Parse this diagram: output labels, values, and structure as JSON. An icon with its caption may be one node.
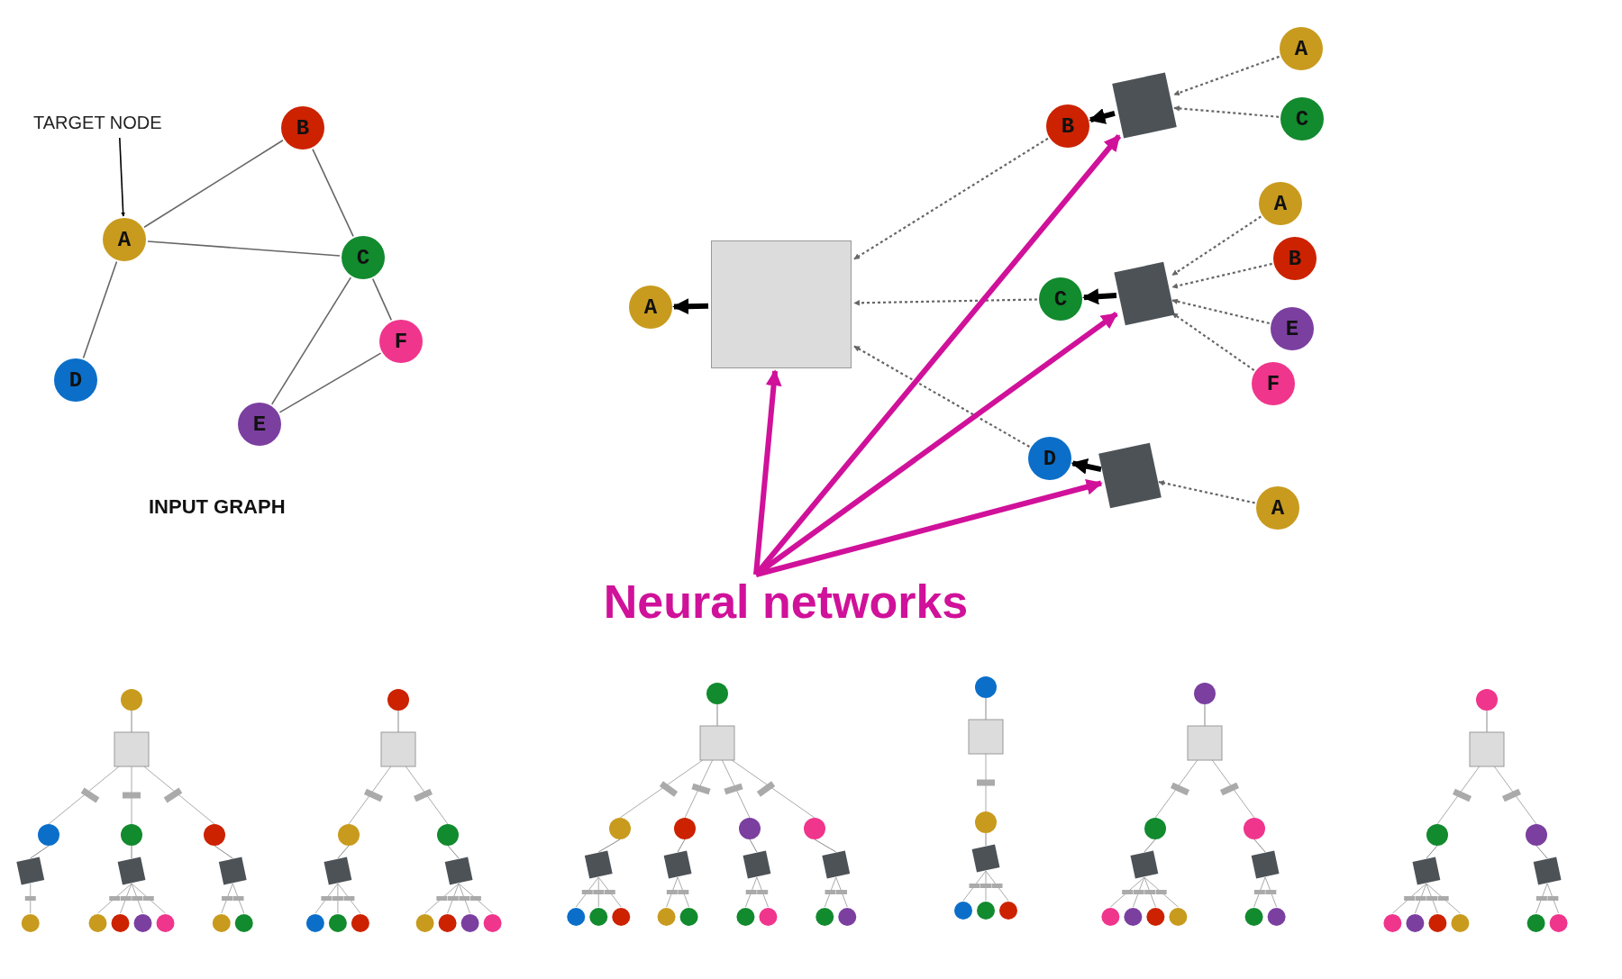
{
  "diagram": {
    "nodes": [
      {
        "text": [
          "TARGET NODE"
        ]
      },
      {
        "text": [
          "A"
        ]
      },
      {
        "text": [
          "B"
        ]
      },
      {
        "text": [
          "C"
        ]
      },
      {
        "text": [
          "D"
        ]
      },
      {
        "text": [
          "E"
        ]
      },
      {
        "text": [
          "F"
        ]
      },
      {
        "text": [
          "A"
        ]
      },
      {
        "text": [],
        "shape": "box"
      },
      {
        "text": [
          "B"
        ]
      },
      {
        "text": [
          "C"
        ]
      },
      {
        "text": [
          "D"
        ]
      },
      {
        "text": [],
        "shape": "box"
      },
      {
        "text": [],
        "shape": "box"
      },
      {
        "text": [],
        "shape": "box"
      },
      {
        "text": [
          "A"
        ]
      },
      {
        "text": [
          "C"
        ]
      },
      {
        "text": [
          "A"
        ]
      },
      {
        "text": [
          "B"
        ]
      },
      {
        "text": [
          "E"
        ]
      },
      {
        "text": [
          "F"
        ]
      },
      {
        "text": [
          "A"
        ]
      },
      {
        "text": [
          "Neural networks"
        ]
      }
    ],
    "edges": [
      {
        "from": 0,
        "to": 1,
        "arrow": "to",
        "color": "#000000"
      },
      {
        "from": 1,
        "to": 2,
        "arrow": "none"
      },
      {
        "from": 1,
        "to": 3,
        "arrow": "none"
      },
      {
        "from": 1,
        "to": 4,
        "arrow": "none"
      },
      {
        "from": 2,
        "to": 3,
        "arrow": "none"
      },
      {
        "from": 3,
        "to": 6,
        "arrow": "none"
      },
      {
        "from": 3,
        "to": 5,
        "arrow": "none"
      },
      {
        "from": 5,
        "to": 6,
        "arrow": "none"
      },
      {
        "from": 8,
        "to": 7,
        "arrow": "to",
        "style": "thick",
        "color": "#000000"
      },
      {
        "from": 9,
        "to": 8,
        "arrow": "to",
        "style": "dashed"
      },
      {
        "from": 10,
        "to": 8,
        "arrow": "to",
        "style": "dashed"
      },
      {
        "from": 11,
        "to": 8,
        "arrow": "to",
        "style": "dashed"
      },
      {
        "from": 12,
        "to": 9,
        "arrow": "to",
        "style": "thick",
        "color": "#000000"
      },
      {
        "from": 13,
        "to": 10,
        "arrow": "to",
        "style": "thick",
        "color": "#000000"
      },
      {
        "from": 14,
        "to": 11,
        "arrow": "to",
        "style": "thick",
        "color": "#000000"
      },
      {
        "from": 15,
        "to": 12,
        "arrow": "to",
        "style": "dashed"
      },
      {
        "from": 16,
        "to": 12,
        "arrow": "to",
        "style": "dashed"
      },
      {
        "from": 17,
        "to": 13,
        "arrow": "to",
        "style": "dashed"
      },
      {
        "from": 18,
        "to": 13,
        "arrow": "to",
        "style": "dashed"
      },
      {
        "from": 19,
        "to": 13,
        "arrow": "to",
        "style": "dashed"
      },
      {
        "from": 20,
        "to": 13,
        "arrow": "to",
        "style": "dashed"
      },
      {
        "from": 21,
        "to": 14,
        "arrow": "to",
        "style": "dashed"
      },
      {
        "from": 22,
        "to": 8,
        "arrow": "to",
        "style": "thick",
        "color": "#d0119a"
      },
      {
        "from": 22,
        "to": 12,
        "arrow": "to",
        "style": "thick",
        "color": "#d0119a"
      },
      {
        "from": 22,
        "to": 13,
        "arrow": "to",
        "style": "thick",
        "color": "#d0119a"
      },
      {
        "from": 22,
        "to": 14,
        "arrow": "to",
        "style": "thick",
        "color": "#d0119a"
      }
    ],
    "labels": [
      "INPUT GRAPH"
    ]
  }
}
